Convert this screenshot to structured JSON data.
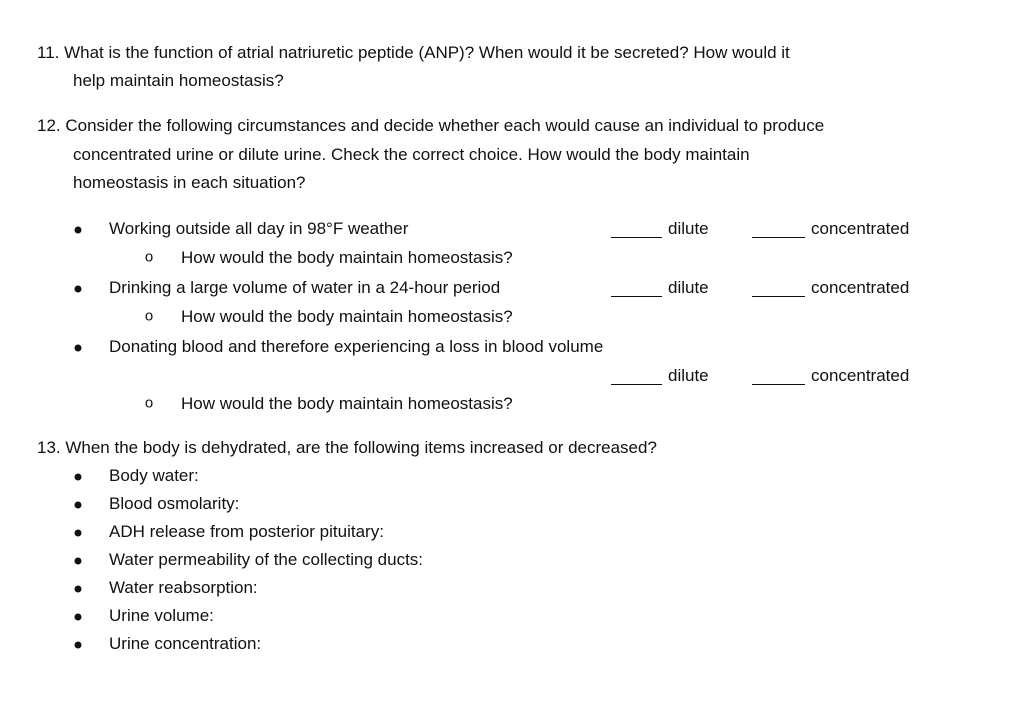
{
  "q11": {
    "line1": "11. What is the function of atrial natriuretic peptide (ANP)? When would it be secreted? How would it",
    "line2": "help maintain homeostasis?"
  },
  "q12": {
    "line1": "12. Consider the following circumstances and decide whether each would cause an individual to produce",
    "line2": "concentrated urine or dilute urine. Check the correct choice. How would the body maintain",
    "line3": "homeostasis in each situation?",
    "items": [
      {
        "text": "Working outside all day in 98°F weather",
        "sub": "How would the body maintain homeostasis?",
        "dilute": "dilute",
        "concentrated": "concentrated"
      },
      {
        "text": "Drinking a large volume of water in a 24-hour period",
        "sub": "How would the body maintain homeostasis?",
        "dilute": "dilute",
        "concentrated": "concentrated"
      },
      {
        "text": "Donating blood and therefore experiencing a loss in blood volume",
        "sub": "How would the body maintain homeostasis?",
        "dilute": "dilute",
        "concentrated": "concentrated"
      }
    ],
    "sub_marker": "o"
  },
  "q13": {
    "line1": "13. When the body is dehydrated, are the following items increased or decreased?",
    "items": [
      "Body water:",
      "Blood osmolarity:",
      "ADH release from posterior pituitary:",
      "Water permeability of the collecting ducts:",
      "Water reabsorption:",
      "Urine volume:",
      "Urine concentration:"
    ]
  }
}
